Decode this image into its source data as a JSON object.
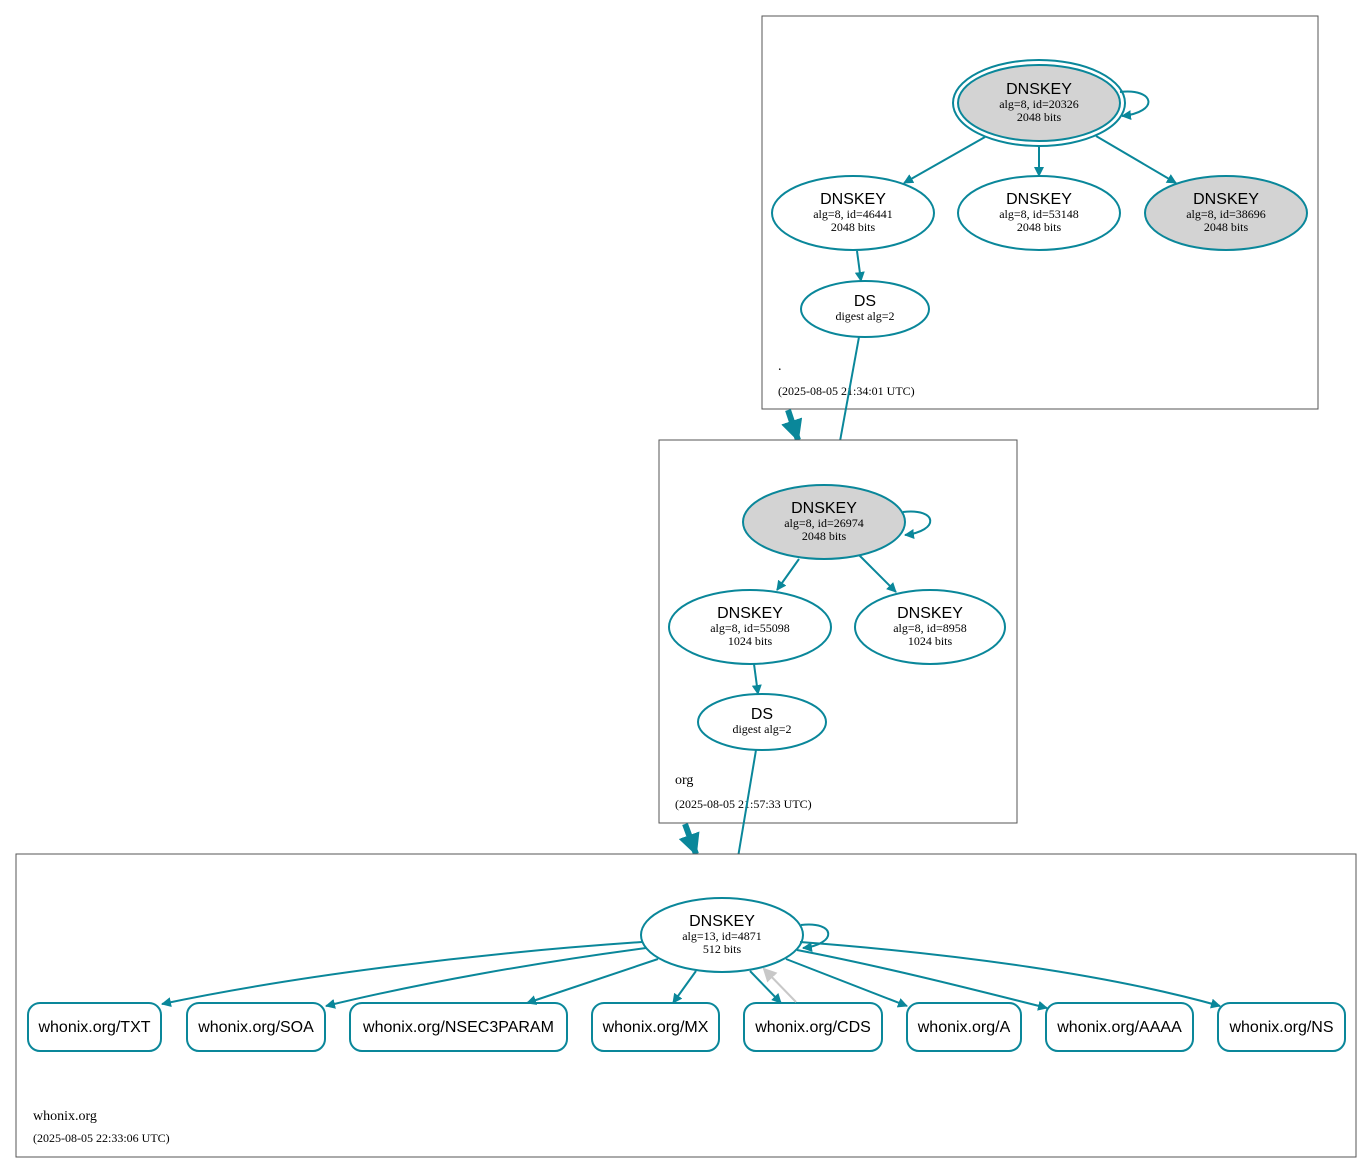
{
  "colors": {
    "edge": "#0a879a",
    "node_fill_trusted": "#d3d3d3",
    "node_fill": "#ffffff",
    "edge_insecure": "#c8c8c8",
    "cluster_border": "#555555"
  },
  "zones": {
    "root": {
      "name": ".",
      "timestamp": "(2025-08-05 21:34:01 UTC)",
      "ksk": {
        "title": "DNSKEY",
        "alg": "alg=8, id=20326",
        "bits": "2048 bits"
      },
      "zsk1": {
        "title": "DNSKEY",
        "alg": "alg=8, id=46441",
        "bits": "2048 bits"
      },
      "zsk2": {
        "title": "DNSKEY",
        "alg": "alg=8, id=53148",
        "bits": "2048 bits"
      },
      "zsk3": {
        "title": "DNSKEY",
        "alg": "alg=8, id=38696",
        "bits": "2048 bits"
      },
      "ds": {
        "title": "DS",
        "digest": "digest alg=2"
      }
    },
    "org": {
      "name": "org",
      "timestamp": "(2025-08-05 21:57:33 UTC)",
      "ksk": {
        "title": "DNSKEY",
        "alg": "alg=8, id=26974",
        "bits": "2048 bits"
      },
      "zsk1": {
        "title": "DNSKEY",
        "alg": "alg=8, id=55098",
        "bits": "1024 bits"
      },
      "zsk2": {
        "title": "DNSKEY",
        "alg": "alg=8, id=8958",
        "bits": "1024 bits"
      },
      "ds": {
        "title": "DS",
        "digest": "digest alg=2"
      }
    },
    "whonix": {
      "name": "whonix.org",
      "timestamp": "(2025-08-05 22:33:06 UTC)",
      "key": {
        "title": "DNSKEY",
        "alg": "alg=13, id=4871",
        "bits": "512 bits"
      },
      "records": [
        "whonix.org/TXT",
        "whonix.org/SOA",
        "whonix.org/NSEC3PARAM",
        "whonix.org/MX",
        "whonix.org/CDS",
        "whonix.org/A",
        "whonix.org/AAAA",
        "whonix.org/NS"
      ]
    }
  }
}
